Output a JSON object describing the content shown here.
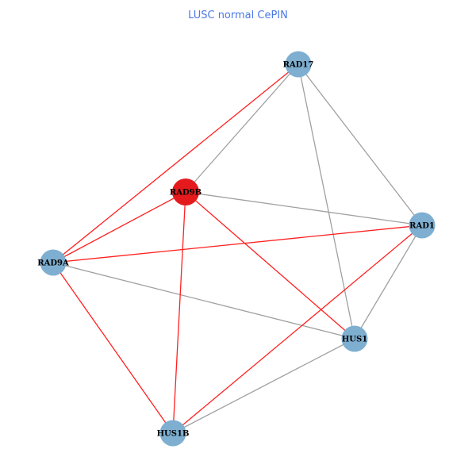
{
  "title": "LUSC normal CePIN",
  "colors": {
    "node": "#7eafd1",
    "highlight_node": "#e41a1c",
    "edge_default": "#a0a0a0",
    "edge_highlight": "#ff2020"
  },
  "nodes": [
    {
      "id": "RAD17",
      "highlight": false
    },
    {
      "id": "RAD9B",
      "highlight": true
    },
    {
      "id": "RAD1",
      "highlight": false
    },
    {
      "id": "RAD9A",
      "highlight": false
    },
    {
      "id": "HUS1",
      "highlight": false
    },
    {
      "id": "HUS1B",
      "highlight": false
    }
  ],
  "edges": [
    {
      "source": "RAD17",
      "target": "RAD9B",
      "highlight": false
    },
    {
      "source": "RAD17",
      "target": "RAD1",
      "highlight": false
    },
    {
      "source": "RAD17",
      "target": "HUS1",
      "highlight": false
    },
    {
      "source": "RAD9B",
      "target": "RAD1",
      "highlight": false
    },
    {
      "source": "RAD1",
      "target": "HUS1",
      "highlight": false
    },
    {
      "source": "RAD9A",
      "target": "HUS1",
      "highlight": false
    },
    {
      "source": "HUS1",
      "target": "HUS1B",
      "highlight": false
    },
    {
      "source": "RAD17",
      "target": "RAD9A",
      "highlight": true
    },
    {
      "source": "RAD9B",
      "target": "RAD9A",
      "highlight": true
    },
    {
      "source": "RAD9A",
      "target": "RAD1",
      "highlight": true
    },
    {
      "source": "RAD9B",
      "target": "HUS1",
      "highlight": true
    },
    {
      "source": "RAD9B",
      "target": "HUS1B",
      "highlight": true
    },
    {
      "source": "RAD9A",
      "target": "HUS1B",
      "highlight": true
    },
    {
      "source": "RAD1",
      "target": "HUS1B",
      "highlight": true
    }
  ]
}
